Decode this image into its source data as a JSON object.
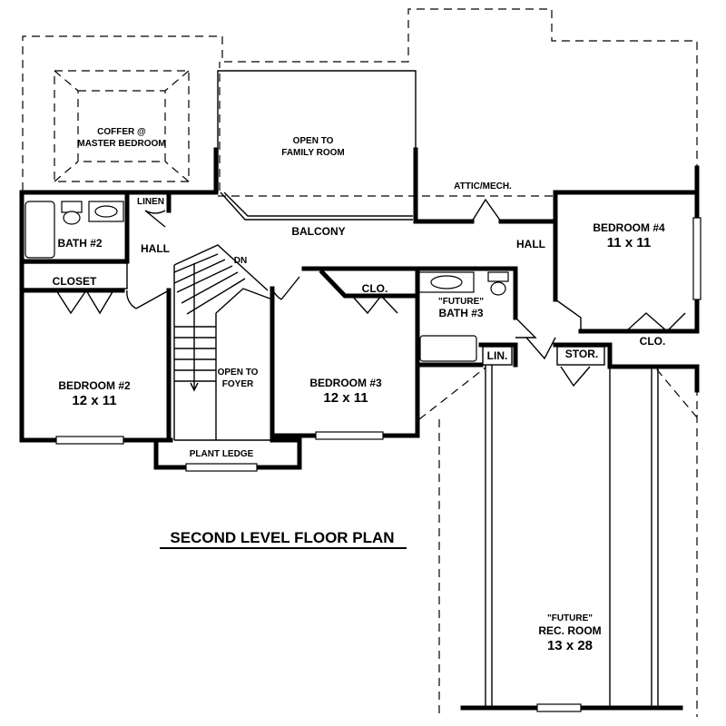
{
  "plan": {
    "title": "SECOND LEVEL FLOOR PLAN",
    "coffer": {
      "line1": "COFFER @",
      "line2": "MASTER BEDROOM"
    },
    "open_family": {
      "line1": "OPEN TO",
      "line2": "FAMILY ROOM"
    },
    "attic": "ATTIC/MECH.",
    "linen": "LINEN",
    "bath2": "BATH #2",
    "hall_left": "HALL",
    "balcony": "BALCONY",
    "hall_right": "HALL",
    "dn": "DN",
    "closet": "CLOSET",
    "clo_bed3": "CLO.",
    "bath3": {
      "line1": "\"FUTURE\"",
      "line2": "BATH #3"
    },
    "lin": "LIN.",
    "stor": "STOR.",
    "clo_bed4": "CLO.",
    "bedroom4": {
      "name": "BEDROOM #4",
      "size": "11 x 11"
    },
    "bedroom2": {
      "name": "BEDROOM #2",
      "size": "12 x 11"
    },
    "open_foyer": {
      "line1": "OPEN TO",
      "line2": "FOYER"
    },
    "bedroom3": {
      "name": "BEDROOM #3",
      "size": "12 x 11"
    },
    "plant_ledge": "PLANT LEDGE",
    "rec_room": {
      "line1": "\"FUTURE\"",
      "line2": "REC. ROOM",
      "size": "13 x 28"
    }
  }
}
